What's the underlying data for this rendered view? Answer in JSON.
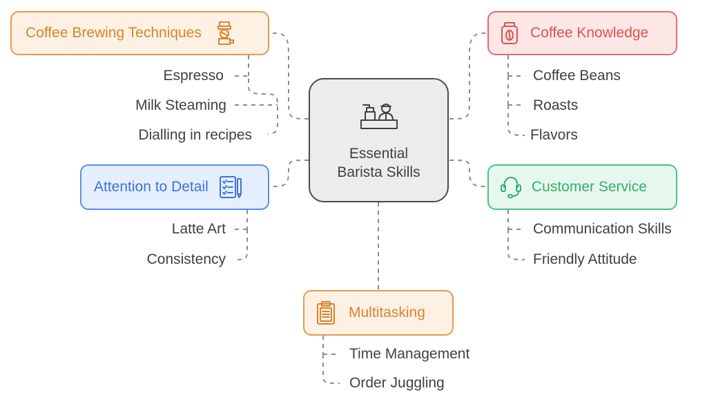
{
  "center": {
    "line1": "Essential",
    "line2": "Barista Skills",
    "icon": "barista-register-icon"
  },
  "branches": {
    "brewing": {
      "label": "Coffee Brewing Techniques",
      "icon": "coffee-maker-icon",
      "color": "#e39a4a",
      "items": [
        "Espresso",
        "Milk Steaming",
        "Dialling in recipes"
      ]
    },
    "knowledge": {
      "label": "Coffee Knowledge",
      "icon": "coffee-jar-icon",
      "color": "#e36a6a",
      "items": [
        "Coffee Beans",
        "Roasts",
        "Flavors"
      ]
    },
    "detail": {
      "label": "Attention to Detail",
      "icon": "checklist-pen-icon",
      "color": "#5b8ee6",
      "items": [
        "Latte Art",
        "Consistency"
      ]
    },
    "service": {
      "label": "Customer Service",
      "icon": "headset-icon",
      "color": "#4cc081",
      "items": [
        "Communication Skills",
        "Friendly Attitude"
      ]
    },
    "multitasking": {
      "label": "Multitasking",
      "icon": "clipboard-icon",
      "color": "#e39a4a",
      "items": [
        "Time Management",
        "Order Juggling"
      ]
    }
  }
}
